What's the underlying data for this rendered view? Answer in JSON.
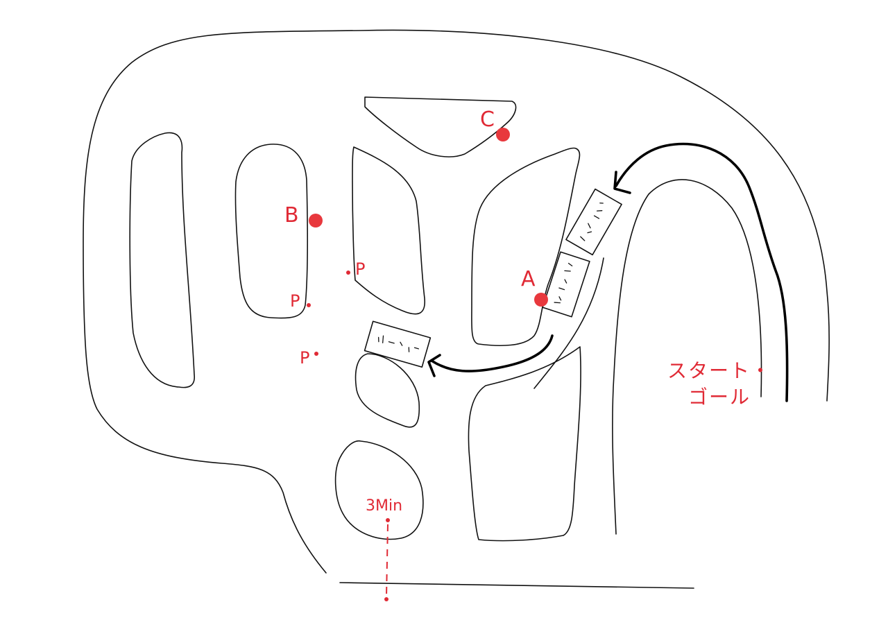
{
  "labels": {
    "point_a": "A",
    "point_b": "B",
    "point_c": "C",
    "parking_1": "P",
    "parking_2": "P",
    "parking_3": "P",
    "start_goal_line1": "スタート・",
    "start_goal_line2": "ゴール",
    "time_marker": "3Min"
  },
  "colors": {
    "marker_red": "#e8383d",
    "text_red": "#e02a35",
    "ink": "#111111"
  }
}
